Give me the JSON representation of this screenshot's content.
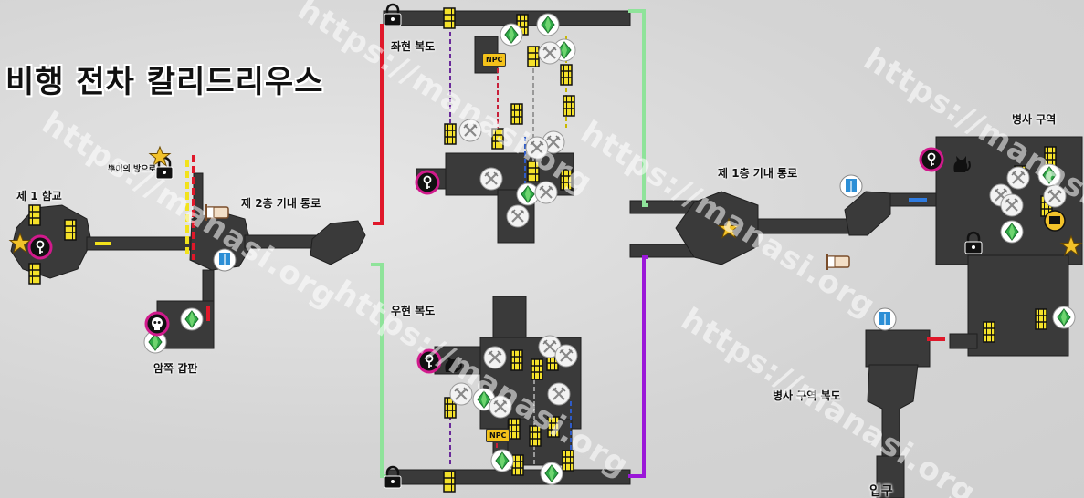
{
  "title": "비행 전차 칼리드리우스",
  "labels": {
    "bridge1": "제 1 함교",
    "puis_room": "뿌이의 방으로",
    "corridor2f": "제 2층 기내 통로",
    "left_corridor": "좌현 복도",
    "right_corridor": "우현 복도",
    "dark_deck": "암쪽 갑판",
    "corridor1f": "제 1층 기내 통로",
    "barracks": "병사 구역",
    "barracks_corridor": "병사 구역 복도",
    "entrance": "입구"
  },
  "npc_label": "NPC",
  "watermark": "https://manasi.org",
  "colors": {
    "floor": "#3a3a3a",
    "red": "#e0182a",
    "green": "#8fe39a",
    "purple": "#9b17d8",
    "yellow": "#f2e21b",
    "blue": "#2e7be0",
    "star": "#f2c22a",
    "gem": "#37b24d"
  },
  "icons": [
    "lock-icon",
    "ladder-icon",
    "key-portal-icon",
    "sword-icon",
    "gem-icon",
    "star-icon",
    "bed-icon",
    "elevator-icon",
    "cat-icon",
    "skull-icon",
    "npc-badge"
  ]
}
